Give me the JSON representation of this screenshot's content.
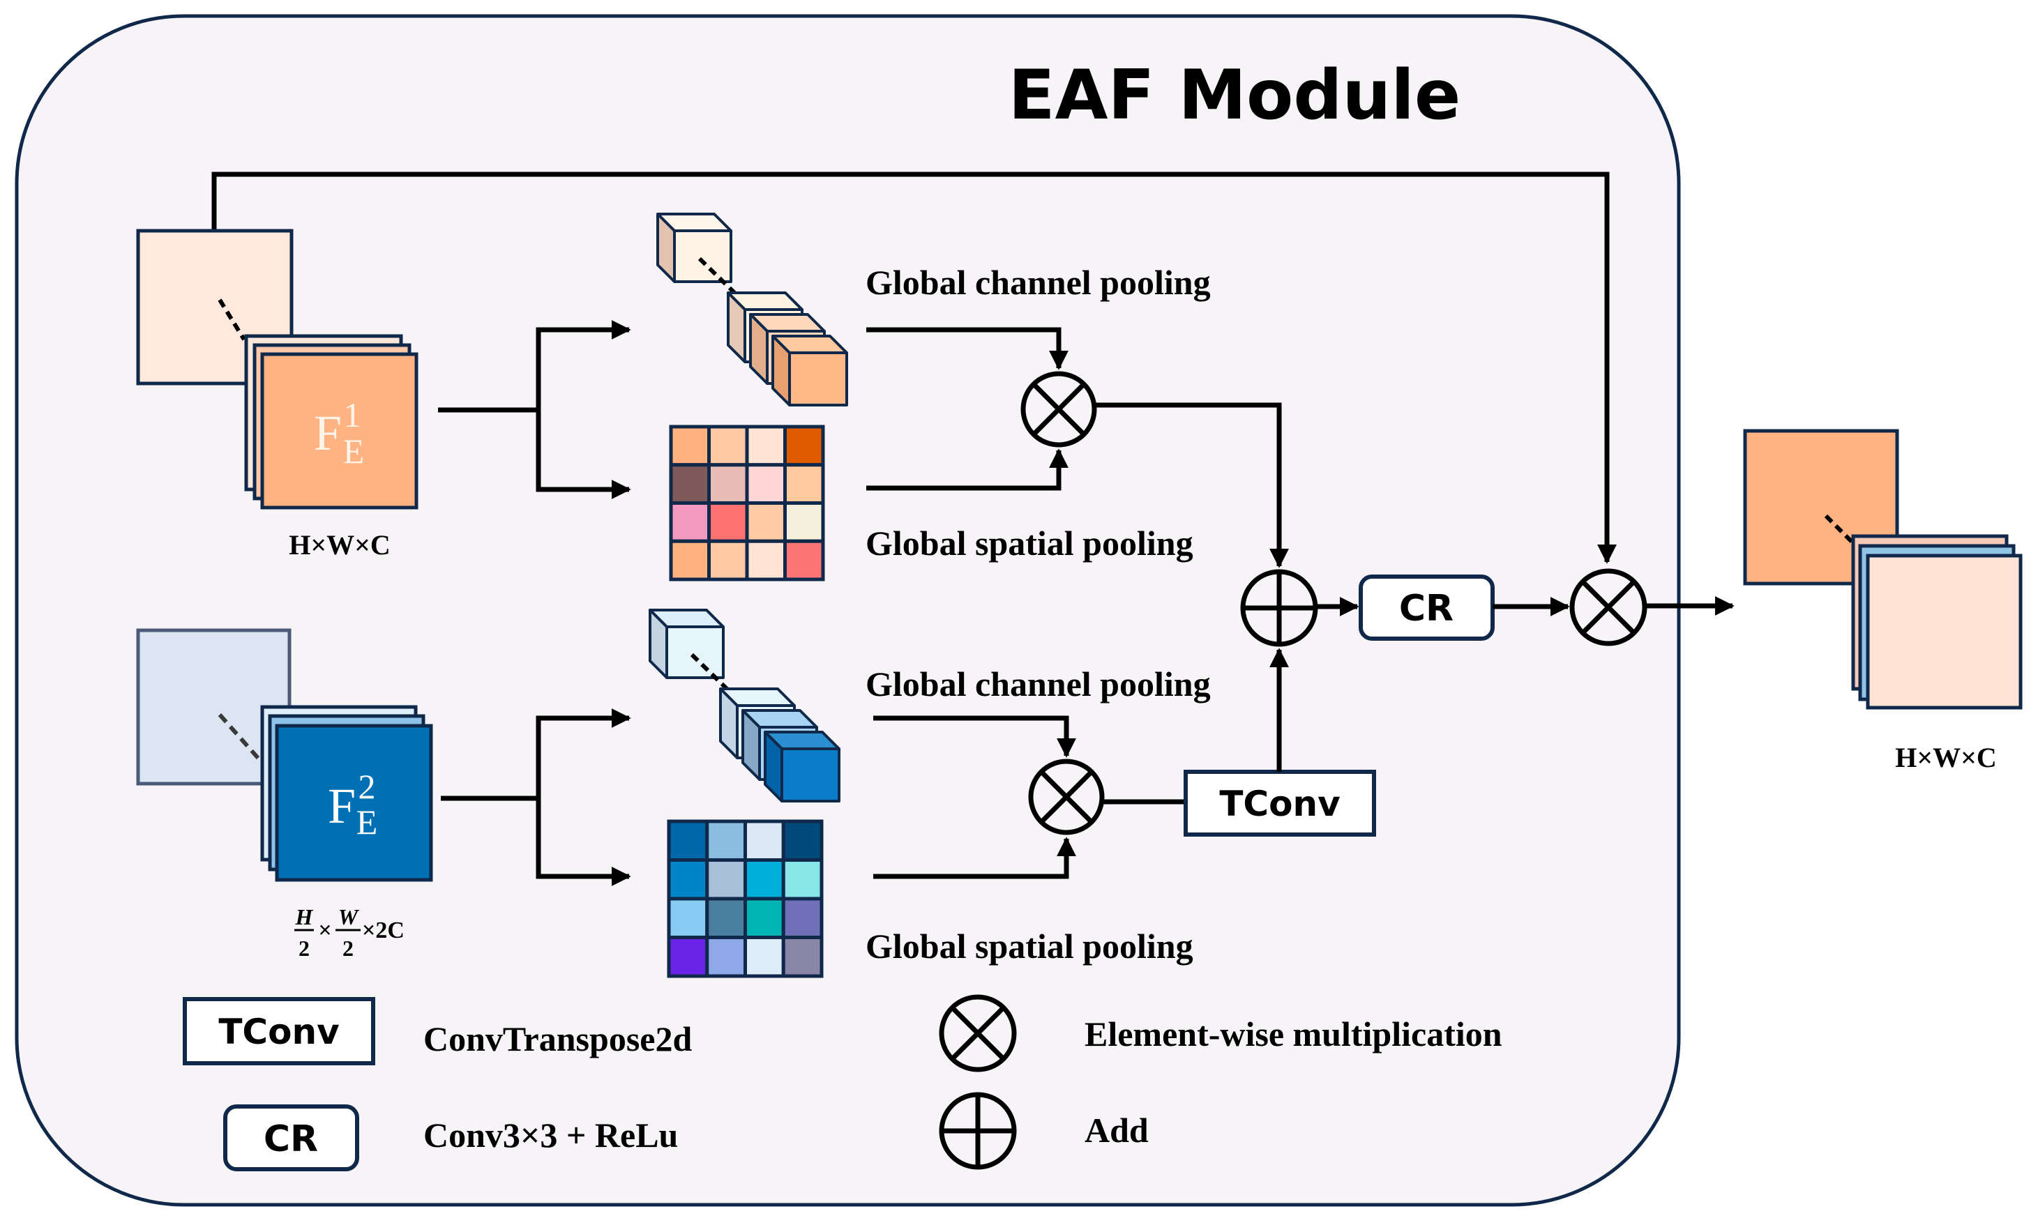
{
  "title": "EAF Module",
  "colors": {
    "frame_fill": "#F7F4F8",
    "frame_stroke": "#10294A",
    "orange_light": "#FFE8DC",
    "orange_main": "#FFB383",
    "blue_light": "#DCE6F2",
    "blue_main": "#0070B4"
  },
  "inputs": [
    {
      "symbol": "F",
      "superscript": "1",
      "subscript": "E",
      "shape_label": "H×W×C",
      "layer_colors": [
        "#FCE6DA",
        "#FFC8A8",
        "#FFB383"
      ],
      "back_color": "#FFE8DC"
    },
    {
      "symbol": "F",
      "superscript": "2",
      "subscript": "E",
      "shape_label": {
        "h_num": "H",
        "h_den": "2",
        "w_num": "W",
        "w_den": "2",
        "times": "×",
        "tail": "×2C"
      },
      "layer_colors": [
        "#DDEEF8",
        "#8EC4EA",
        "#0070B4"
      ],
      "back_color": "#DCE6F2"
    }
  ],
  "branches": [
    {
      "channel_label": "Global channel pooling",
      "spatial_label": "Global spatial pooling",
      "cube_colors": {
        "small": {
          "front": "#FFF3E6",
          "side": "#E3C3B0",
          "top": "#FFF5EA"
        },
        "stack": [
          {
            "front": "#FFF3E2",
            "side": "#E6C8B6",
            "top": "#FFF3E2"
          },
          {
            "front": "#FFD8BC",
            "side": "#E2AF8A",
            "top": "#FFD8BC"
          },
          {
            "front": "#FFB988",
            "side": "#E8A070",
            "top": "#FFC9A0"
          }
        ]
      },
      "grid_colors": [
        [
          "#FFB27D",
          "#FFC9A3",
          "#FFE4D3",
          "#E05A00"
        ],
        [
          "#805A5A",
          "#E8BBB4",
          "#FFD5D5",
          "#FFC9A0"
        ],
        [
          "#F49AC0",
          "#FF7272",
          "#FFCBA4",
          "#F5F0DC"
        ],
        [
          "#FFB27D",
          "#FFC9A3",
          "#FFE4D3",
          "#FF7575"
        ]
      ]
    },
    {
      "channel_label": "Global channel pooling",
      "spatial_label": "Global spatial pooling",
      "cube_colors": {
        "small": {
          "front": "#E6F4FC",
          "side": "#C4D4E0",
          "top": "#DDF0FA"
        },
        "stack": [
          {
            "front": "#E6F4FC",
            "side": "#C4D6E6",
            "top": "#E6F4FC"
          },
          {
            "front": "#A8D4F4",
            "side": "#88A8C8",
            "top": "#A8D4F4"
          },
          {
            "front": "#0A7CC8",
            "side": "#0063A8",
            "top": "#2A8ED0"
          }
        ]
      },
      "grid_colors": [
        [
          "#0068A8",
          "#8BBDE0",
          "#DDE8F5",
          "#004A7A"
        ],
        [
          "#0085C8",
          "#A8C0D8",
          "#00B0DA",
          "#88E6E6"
        ],
        [
          "#88CCF4",
          "#4A7FA0",
          "#00B4B4",
          "#7070B8"
        ],
        [
          "#6A24E8",
          "#8EA8E8",
          "#DDEEF8",
          "#8A86A8"
        ]
      ]
    }
  ],
  "blocks": {
    "tconv": "TConv",
    "cr": "CR"
  },
  "output": {
    "shape_label": "H×W×C",
    "back_color": "#FFB383",
    "layer_colors": [
      "#F6C8B8",
      "#92C4E8",
      "#FFE4D6"
    ]
  },
  "legend": [
    {
      "icon": "tconv-box",
      "key": "TConv",
      "description": "ConvTranspose2d"
    },
    {
      "icon": "cr-box",
      "key": "CR",
      "description": "Conv3×3 + ReLu"
    },
    {
      "icon": "multiply-circle-icon",
      "description": "Element-wise multiplication"
    },
    {
      "icon": "add-circle-icon",
      "description": "Add"
    }
  ]
}
